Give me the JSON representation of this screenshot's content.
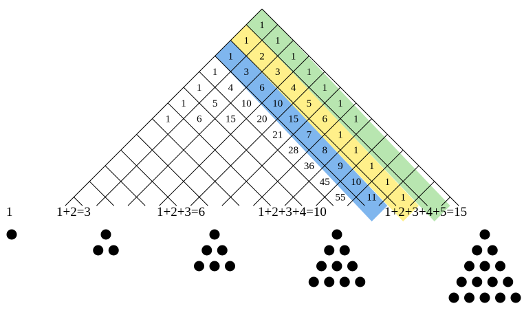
{
  "triangle": {
    "num_rows": 12,
    "highlight_colors": {
      "ones": "#b8e6b0",
      "counting": "#fff08a",
      "triangular": "#7fb6ee"
    },
    "entries": [
      [
        "1"
      ],
      [
        "1",
        "1"
      ],
      [
        "1",
        "2",
        "1"
      ],
      [
        "1",
        "3",
        "3",
        "1"
      ],
      [
        "1",
        "4",
        "6",
        "4",
        "1"
      ],
      [
        "1",
        "5",
        "10",
        "10",
        "5",
        "1"
      ],
      [
        "1",
        "6",
        "15",
        "20",
        "15",
        "6",
        "1"
      ],
      [
        "",
        "",
        "",
        "",
        "21",
        "7",
        "1"
      ],
      [
        "",
        "",
        "",
        "",
        "",
        "28",
        "8",
        "1"
      ],
      [
        "",
        "",
        "",
        "",
        "",
        "",
        "36",
        "9",
        "1"
      ],
      [
        "",
        "",
        "",
        "",
        "",
        "",
        "",
        "45",
        "10",
        "1"
      ],
      [
        "",
        "",
        "",
        "",
        "",
        "",
        "",
        "",
        "55",
        "11",
        "1"
      ]
    ]
  },
  "dot_groups": [
    {
      "label": "1",
      "rows": 1
    },
    {
      "label": "1+2=3",
      "rows": 2
    },
    {
      "label": "1+2+3=6",
      "rows": 3
    },
    {
      "label": "1+2+3+4=10",
      "rows": 4
    },
    {
      "label": "1+2+3+4+5=15",
      "rows": 5
    }
  ]
}
